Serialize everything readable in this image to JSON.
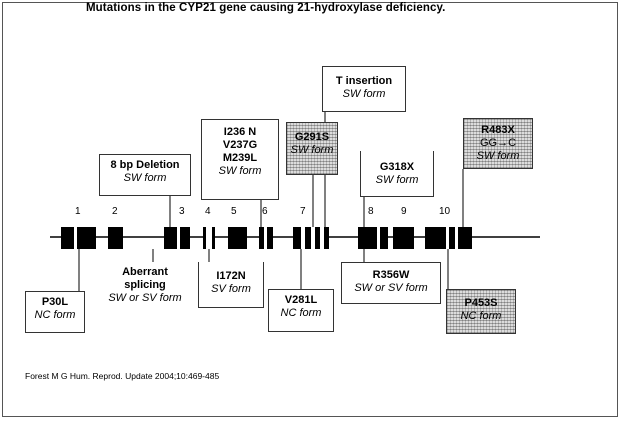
{
  "title": "Mutations in the CYP21 gene causing 21-hydroxylase deficiency.",
  "citation": "Forest M G Hum. Reprod. Update 2004;10:469-485",
  "exon_numbers": [
    "1",
    "2",
    "3",
    "4",
    "5",
    "6",
    "7",
    "8",
    "9",
    "10"
  ],
  "mutations": {
    "p30l": {
      "mutation": "P30L",
      "form": "NC form"
    },
    "aberrant": {
      "mutation_line1": "Aberrant",
      "mutation_line2": "splicing",
      "form": "SW or SV form"
    },
    "del8bp": {
      "mutation": "8 bp Deletion",
      "form": "SW form"
    },
    "i172n": {
      "mutation": "I172N",
      "form": "SV form"
    },
    "cluster": {
      "line1": "I236 N",
      "line2": "V237G",
      "line3": "M239L",
      "form": "SW form"
    },
    "g291s": {
      "mutation": "G291S",
      "form": "SW form"
    },
    "tins": {
      "mutation": "T insertion",
      "form": "SW form"
    },
    "v281l": {
      "mutation": "V281L",
      "form": "NC form"
    },
    "g318x": {
      "mutation": "G318X",
      "form": "SW form"
    },
    "r356w": {
      "mutation": "R356W",
      "form": "SW or SV form"
    },
    "r483x": {
      "mutation": "R483X",
      "detail": "GG→C",
      "form": "SW form"
    },
    "p453s": {
      "mutation": "P453S",
      "form": "NC form"
    }
  }
}
